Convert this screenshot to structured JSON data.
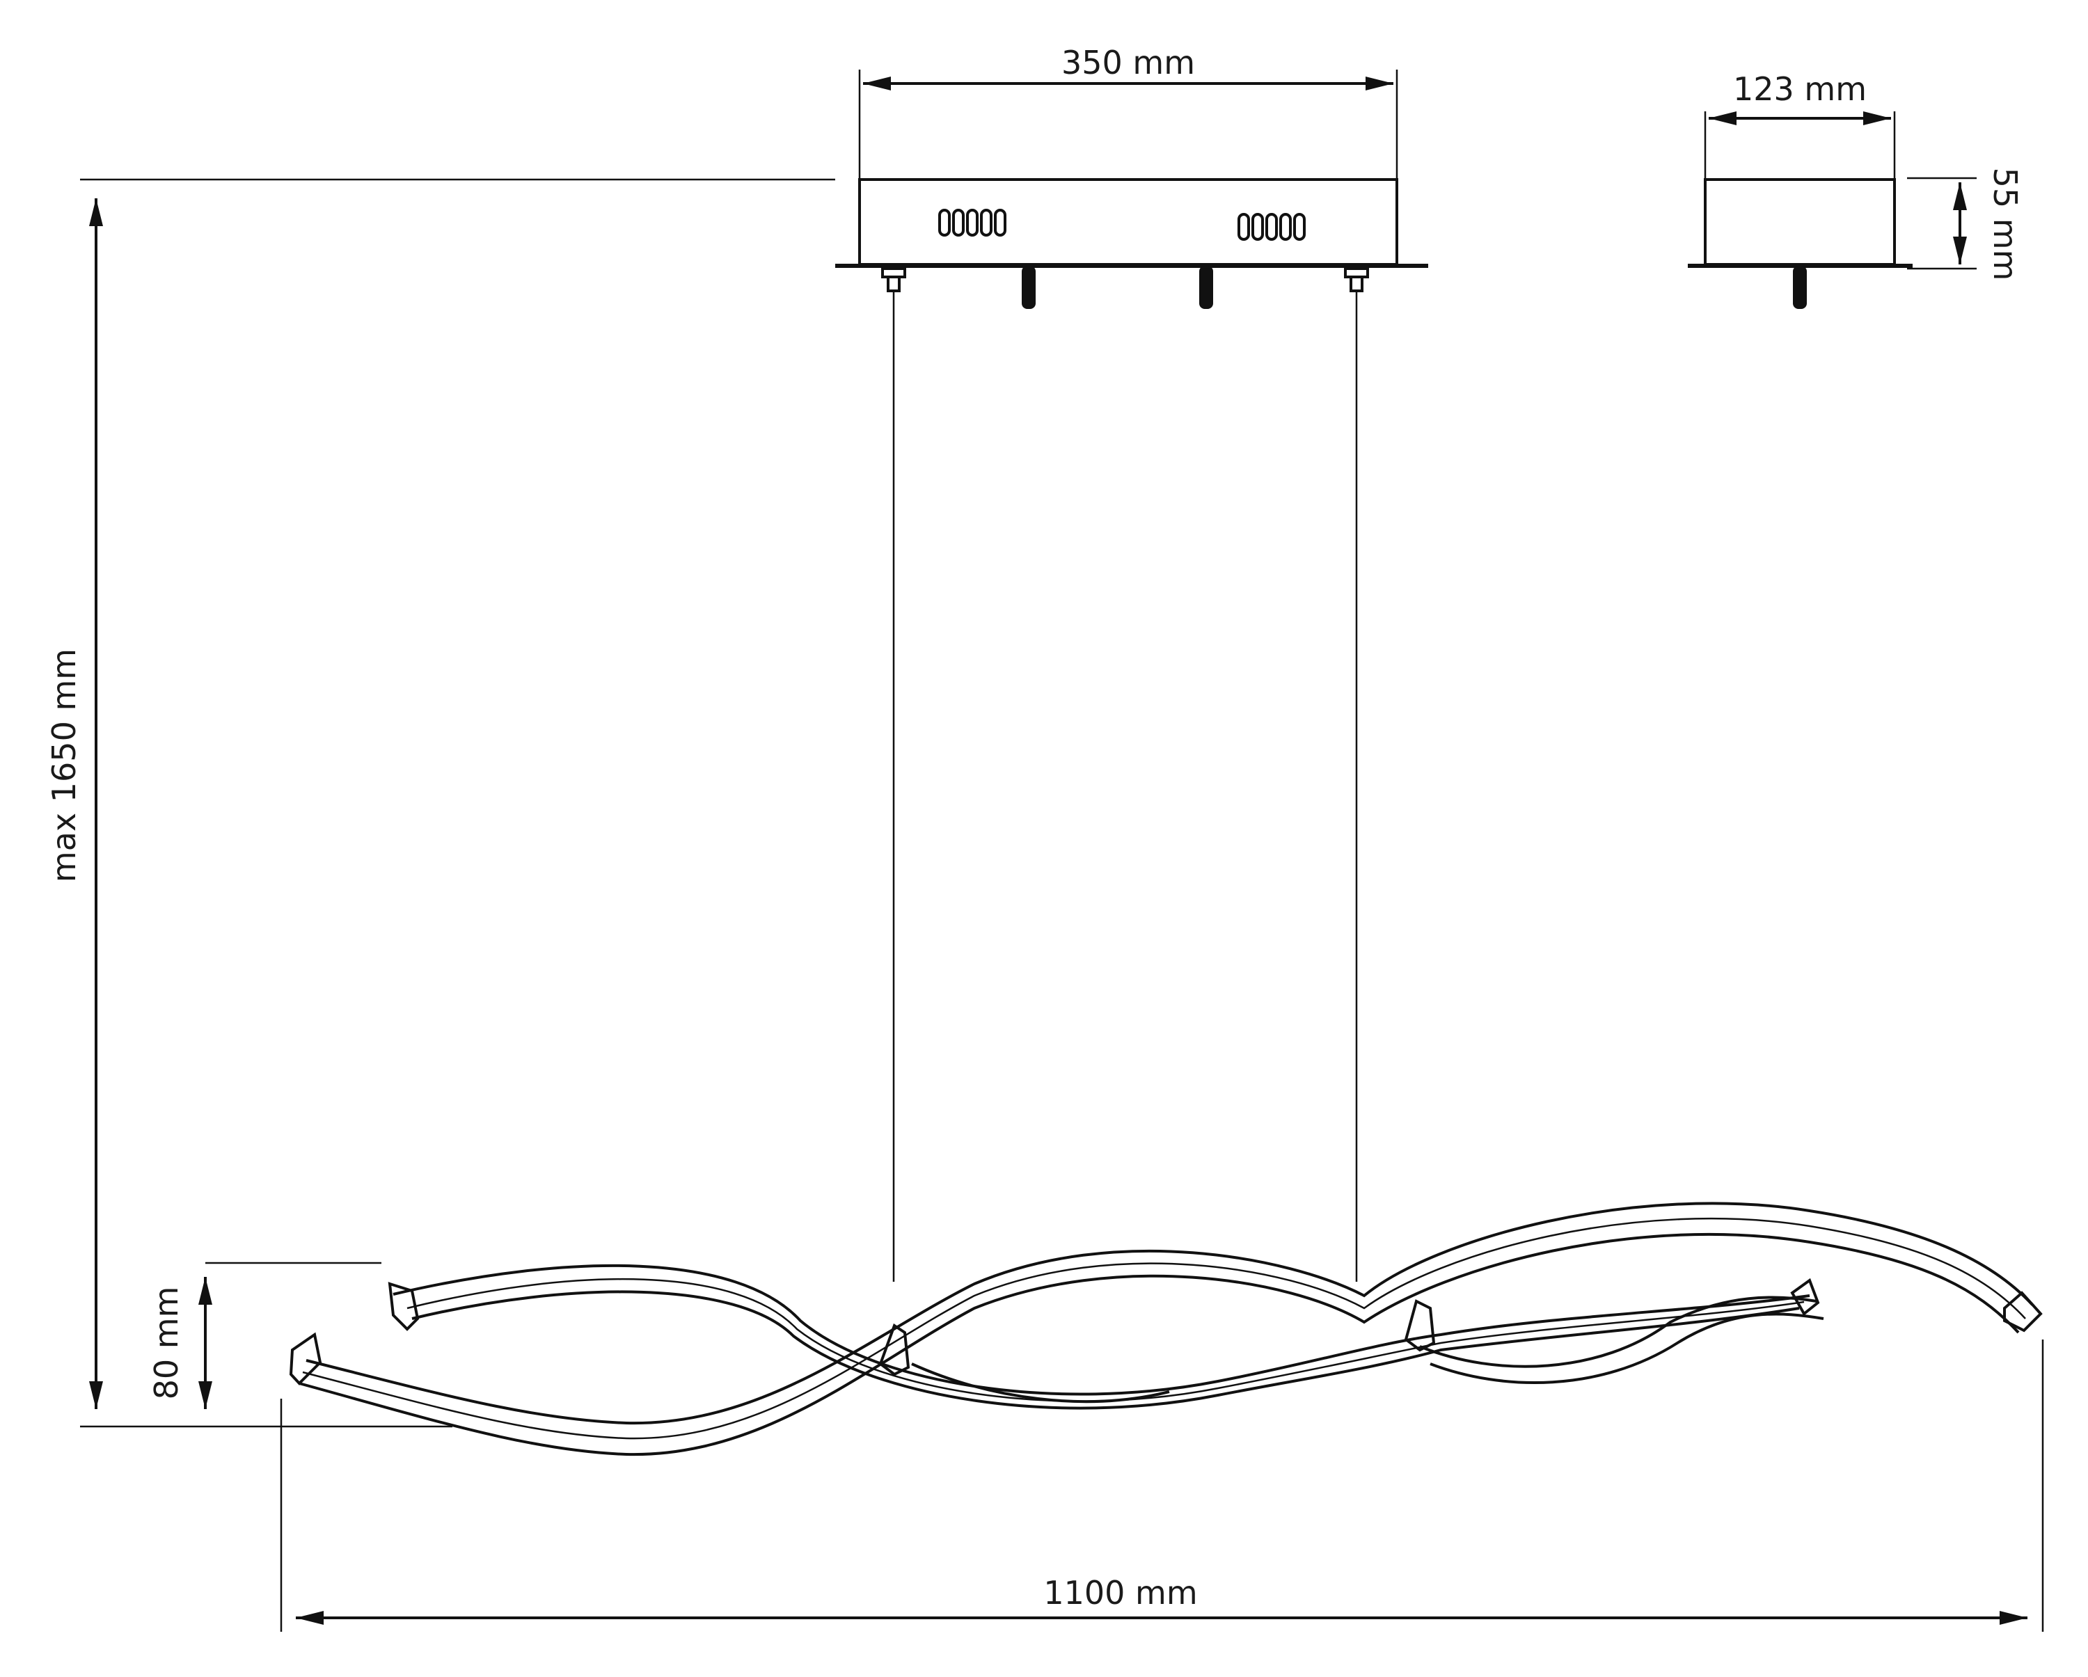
{
  "dimensions": {
    "canopy_width": "350 mm",
    "canopy_depth": "123 mm",
    "canopy_height": "55 mm",
    "max_height": "max 1650 mm",
    "lamp_height": "80 mm",
    "total_length": "1100 mm"
  },
  "colors": {
    "line": "#111111",
    "background": "#ffffff"
  }
}
